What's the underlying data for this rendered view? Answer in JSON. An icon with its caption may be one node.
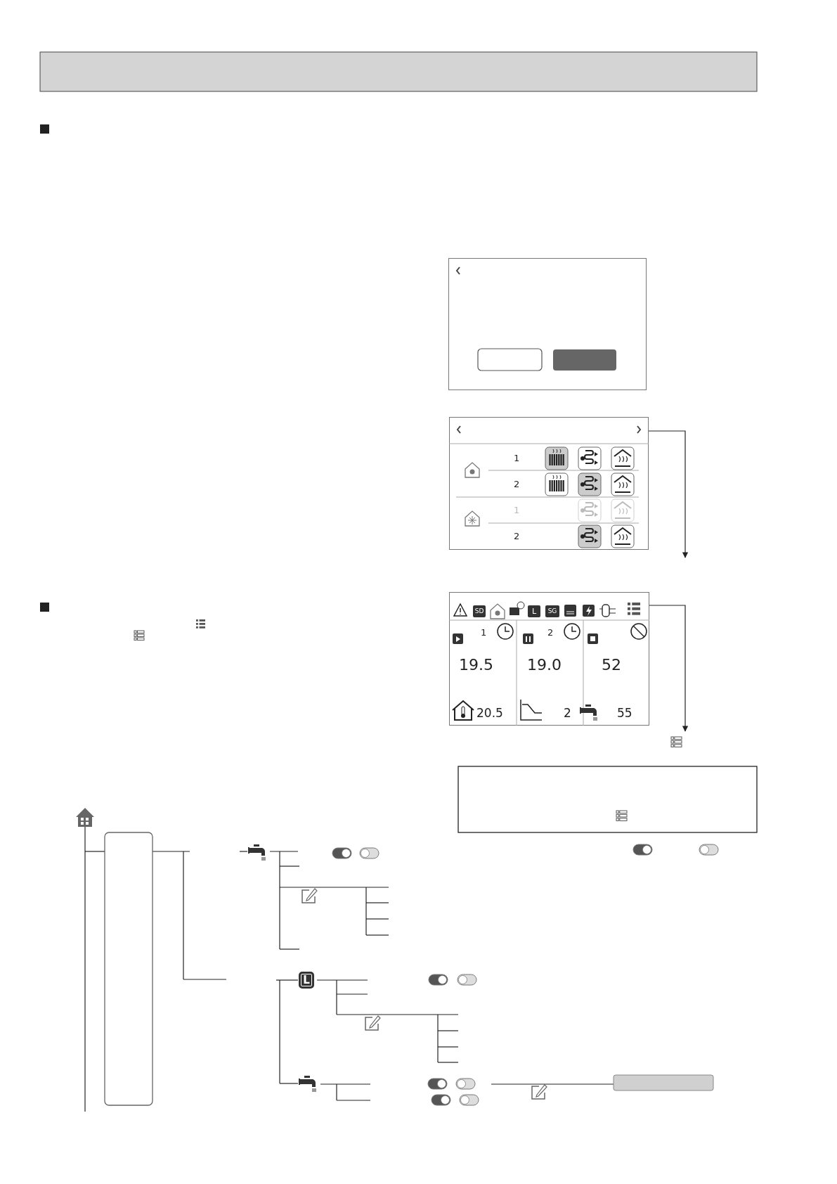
{
  "diagram": {
    "nodes": [
      {
        "text": [],
        "shape": "box"
      },
      {
        "text": [
          "1",
          "2",
          "1",
          "2"
        ]
      },
      {
        "text": [
          "SD",
          "L",
          "SG",
          "1",
          "2",
          "19.5",
          "19.0",
          "52",
          "20.5",
          "2",
          "55"
        ]
      }
    ],
    "edges": [
      {
        "from": 1,
        "to": null,
        "arrow": "to"
      },
      {
        "from": 2,
        "to": null,
        "arrow": "to"
      }
    ],
    "labels": [
      "L"
    ]
  }
}
